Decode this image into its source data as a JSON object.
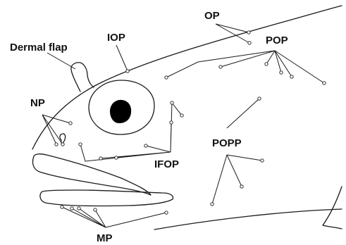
{
  "diagram": {
    "subject": "fish-head-sensory-pores",
    "labels": {
      "op": "OP",
      "pop": "POP",
      "iop": "IOP",
      "dermal_flap": "Dermal flap",
      "np": "NP",
      "popp": "POPP",
      "ifop": "IFOP",
      "mp": "MP"
    },
    "colors": {
      "line": "#1a1a1a",
      "background": "#ffffff",
      "pupil": "#000000"
    }
  }
}
